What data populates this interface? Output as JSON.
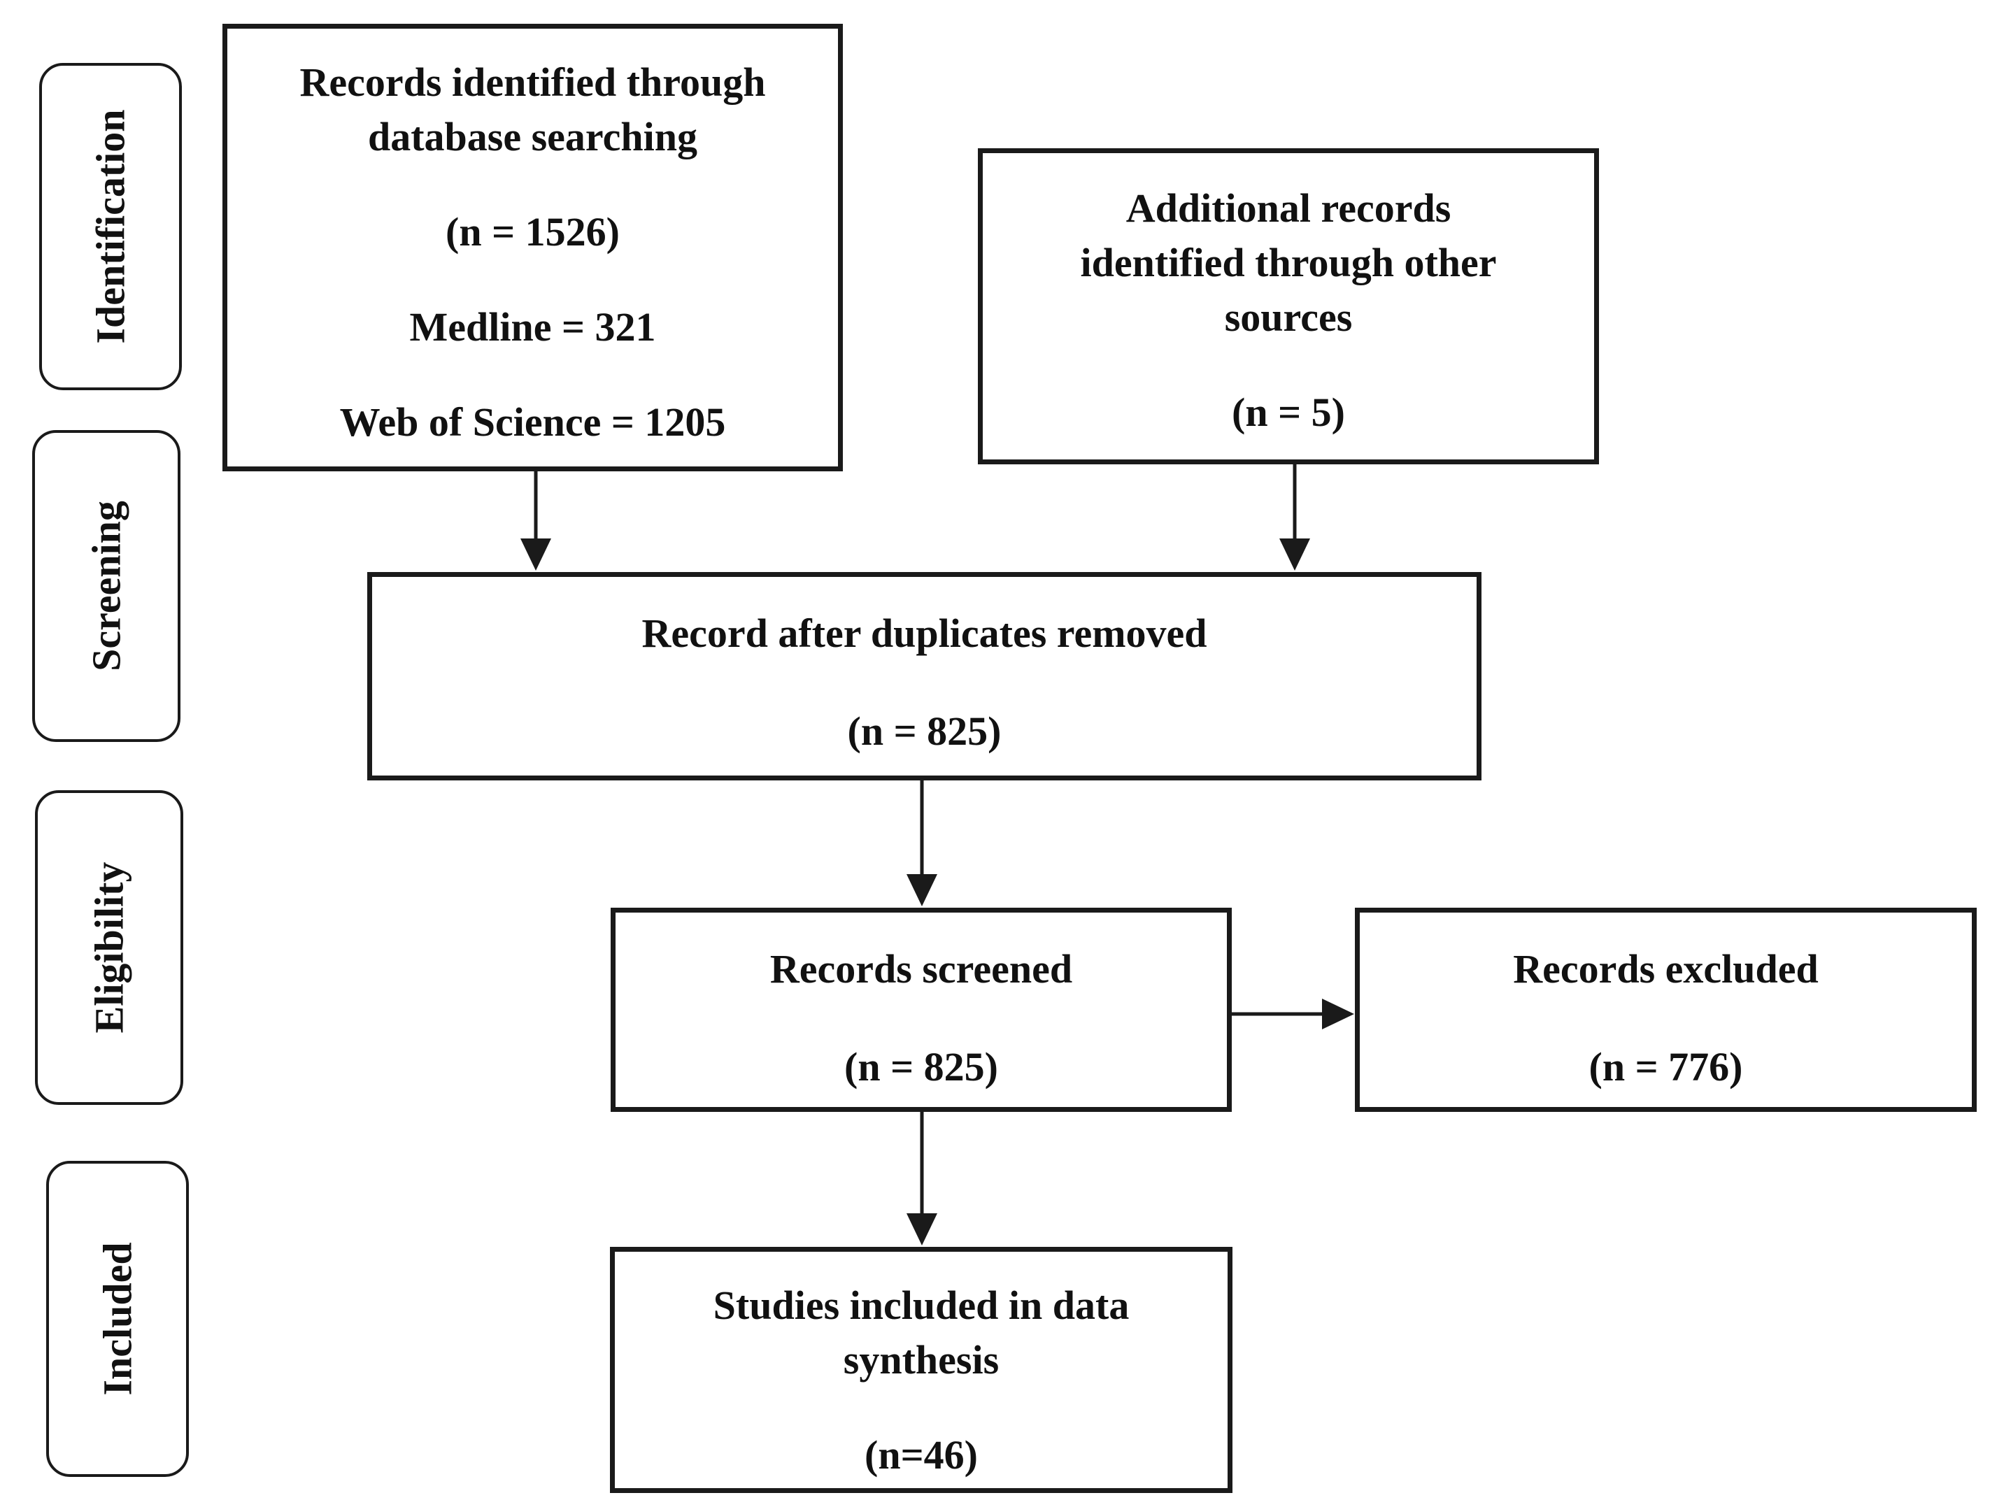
{
  "stages": [
    {
      "id": "identification",
      "label": "Identification"
    },
    {
      "id": "screening",
      "label": "Screening"
    },
    {
      "id": "eligibility",
      "label": "Eligibility"
    },
    {
      "id": "included",
      "label": "Included"
    }
  ],
  "boxes": {
    "database": {
      "title": "Records identified through\ndatabase searching",
      "count": "(n = 1526)",
      "medline": "Medline = 321",
      "wos": "Web of Science = 1205"
    },
    "other_sources": {
      "title": "Additional records\nidentified through other\nsources",
      "count": "(n = 5)"
    },
    "duplicates_removed": {
      "title": "Record after duplicates removed",
      "count": "(n = 825)"
    },
    "screened": {
      "title": "Records screened",
      "count": "(n = 825)"
    },
    "excluded": {
      "title": "Records excluded",
      "count": "(n = 776)"
    },
    "included": {
      "title": "Studies included in data\nsynthesis",
      "count": "(n=46)"
    }
  }
}
